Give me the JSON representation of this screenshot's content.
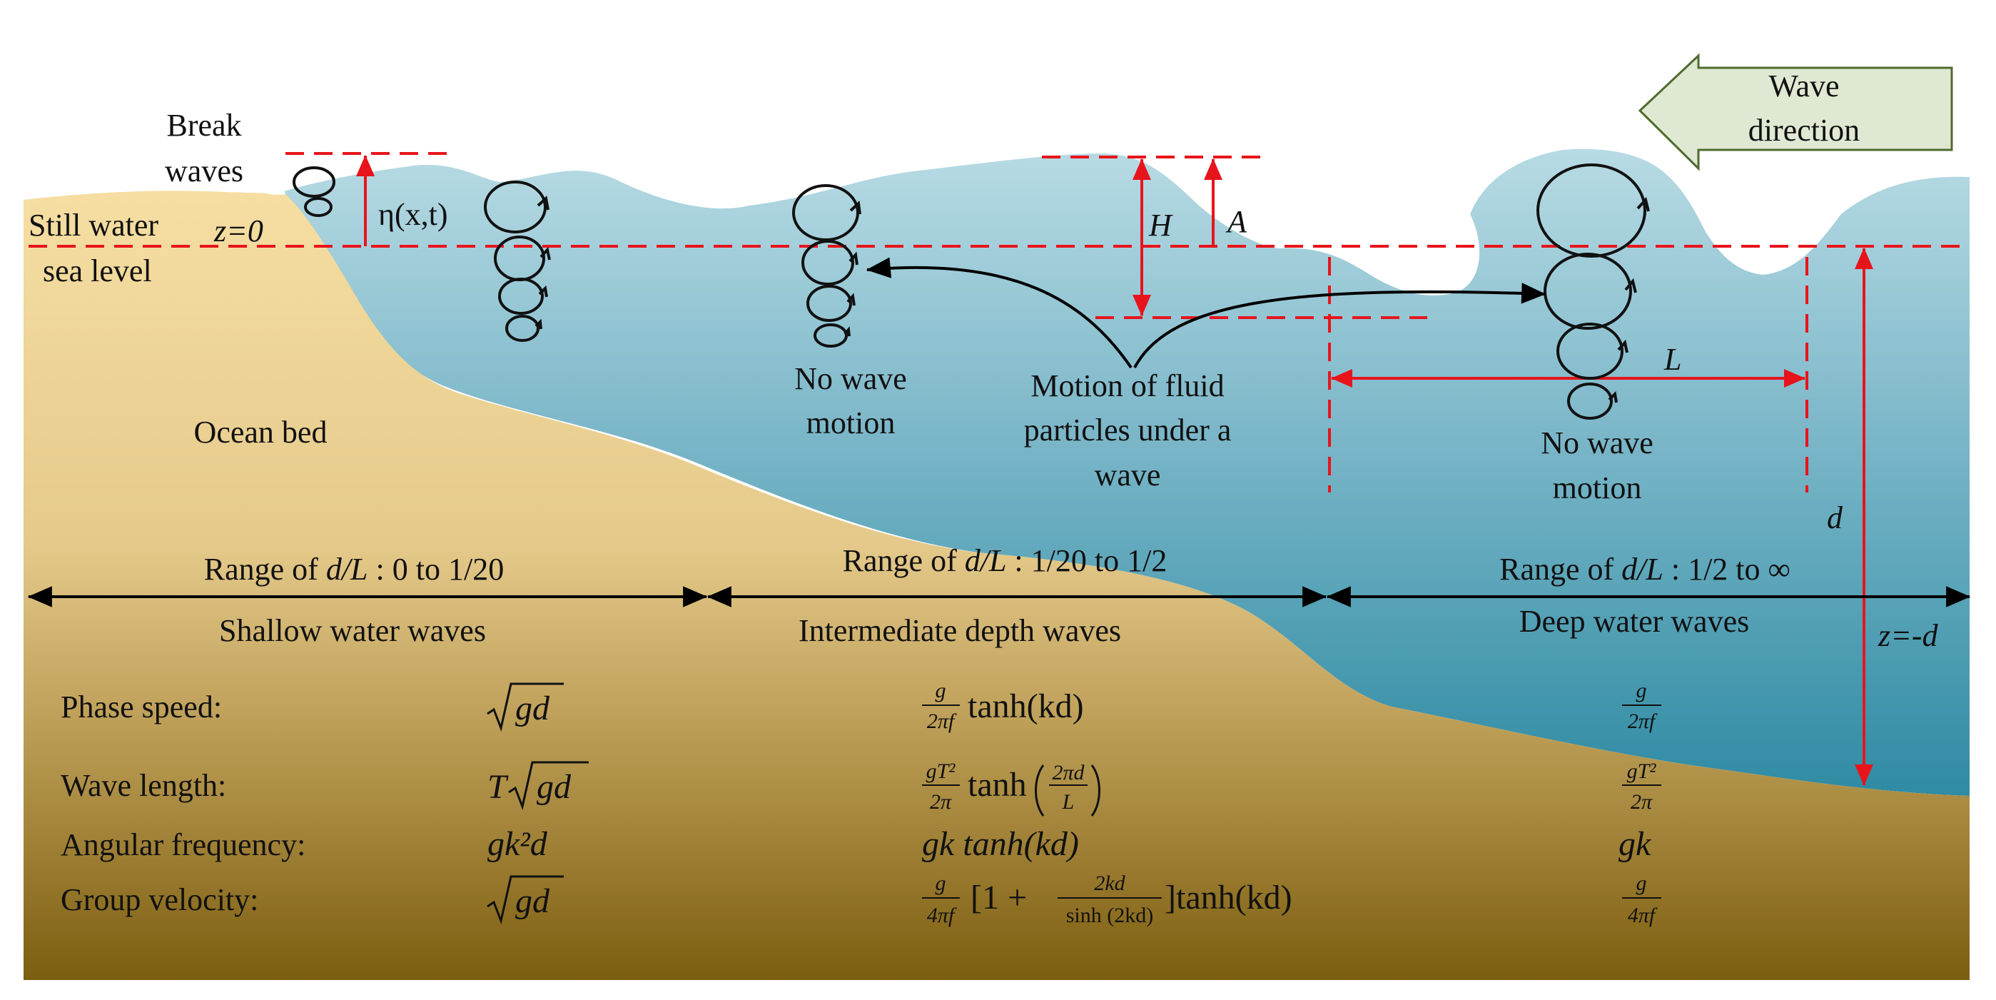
{
  "labels": {
    "break_waves_1": "Break",
    "break_waves_2": "waves",
    "still_water_1": "Still water",
    "still_water_2": "sea level",
    "z0": "z=0",
    "eta": "η(x,t)",
    "H": "H",
    "A": "A",
    "L": "L",
    "d": "d",
    "zd": "z=-d",
    "ocean_bed": "Ocean bed",
    "no_wave_left_1": "No wave",
    "no_wave_left_2": "motion",
    "no_wave_right_1": "No wave",
    "no_wave_right_2": "motion",
    "fluid_motion_1": "Motion of fluid",
    "fluid_motion_2": "particles under a",
    "fluid_motion_3": "wave",
    "wave_direction_1": "Wave",
    "wave_direction_2": "direction"
  },
  "ranges": [
    {
      "prefix": "Range of ",
      "ratio": "d/L",
      "suffix": " : 0 to 1/20",
      "name": "Shallow water waves"
    },
    {
      "prefix": "Range of ",
      "ratio": "d/L",
      "suffix": " : 1/20 to 1/2",
      "name": "Intermediate depth waves"
    },
    {
      "prefix": "Range of ",
      "ratio": "d/L",
      "suffix": " : 1/2 to ∞",
      "name": "Deep water waves"
    }
  ],
  "table": {
    "rows": [
      "Phase speed:",
      "Wave length:",
      "Angular frequency:",
      "Group velocity:"
    ],
    "shallow": {
      "phase_speed": "gd",
      "wave_length_T": "T",
      "wave_length_root": "gd",
      "angular_frequency": "gk²d",
      "group_velocity": "gd"
    },
    "intermediate": {
      "phase_speed_num": "g",
      "phase_speed_den": "2πf",
      "phase_speed_fn": "tanh(kd)",
      "wave_length_num": "gT²",
      "wave_length_den": "2π",
      "wave_length_fn": "tanh",
      "wave_length_arg_num": "2πd",
      "wave_length_arg_den": "L",
      "angular_frequency": "gk tanh(kd)",
      "group_velocity_num": "g",
      "group_velocity_den": "4πf",
      "group_velocity_open": "[1 +",
      "group_velocity_frac_num": "2kd",
      "group_velocity_frac_den": "sinh (2kd)",
      "group_velocity_close": "]tanh(kd)"
    },
    "deep": {
      "phase_speed_num": "g",
      "phase_speed_den": "2πf",
      "wave_length_num": "gT²",
      "wave_length_den": "2π",
      "angular_frequency": "gk",
      "group_velocity_num": "g",
      "group_velocity_den": "4πf"
    }
  },
  "colors": {
    "water_light": "#b8dbe4",
    "water_deep": "#2e8ba3",
    "sand_light": "#f1d79a",
    "sand_dark": "#7c5e10",
    "dimension_red": "#e8141c",
    "arrow_fill": "#dfe8d2",
    "arrow_stroke": "#4f6b2f"
  }
}
